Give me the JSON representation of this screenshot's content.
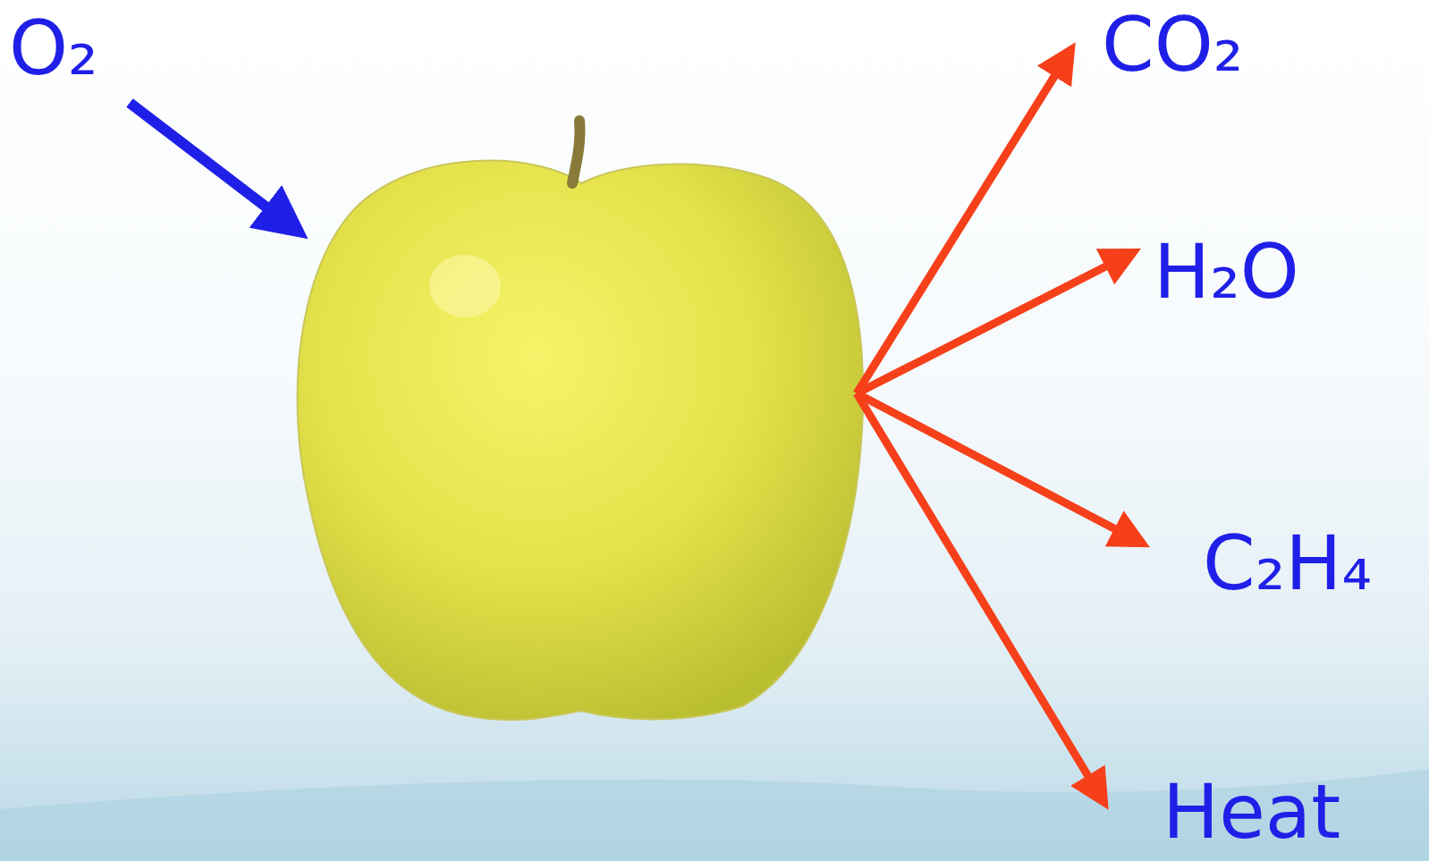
{
  "diagram": {
    "labels": [
      "O₂",
      "CO₂",
      "H₂O",
      "C₂H₄",
      "Heat"
    ]
  }
}
